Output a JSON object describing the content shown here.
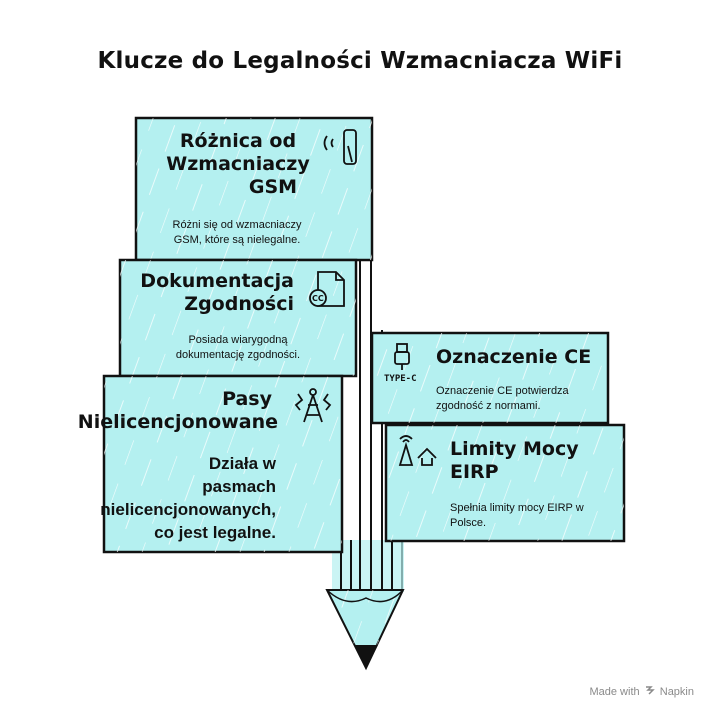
{
  "title": "Klucze do Legalności Wzmacniacza WiFi",
  "cards": [
    {
      "title_lines": [
        "Różnica od",
        "Wzmacniaczy",
        "GSM"
      ],
      "body_lines": [
        "Różni się od wzmacniaczy",
        "GSM, które są nielegalne."
      ],
      "icon": "signal-phone-icon"
    },
    {
      "title_lines": [
        "Dokumentacja",
        "Zgodności"
      ],
      "body_lines": [
        "Posiada wiarygodną",
        "dokumentację zgodności."
      ],
      "icon": "cc-document-icon"
    },
    {
      "title_lines": [
        "Pasy",
        "Nielicencjonowane"
      ],
      "body_lines": [
        "Działa w",
        "pasmach",
        "nielicencjonowanych,",
        "co jest legalne."
      ],
      "icon": "antenna-tower-icon"
    },
    {
      "title_lines": [
        "Oznaczenie CE"
      ],
      "body_lines": [
        "Oznaczenie CE potwierdza",
        "zgodność z normami."
      ],
      "icon": "usb-type-c-icon",
      "icon_label": "TYPE-C"
    },
    {
      "title_lines": [
        "Limity Mocy",
        "EIRP"
      ],
      "body_lines": [
        "Spełnia limity mocy EIRP w",
        "Polsce."
      ],
      "icon": "antenna-upload-icon"
    }
  ],
  "footer": {
    "made_with": "Made with",
    "brand": "Napkin"
  },
  "colors": {
    "card_fill": "#b4f0f0",
    "stroke": "#111111",
    "hatch": "#ffffff"
  }
}
